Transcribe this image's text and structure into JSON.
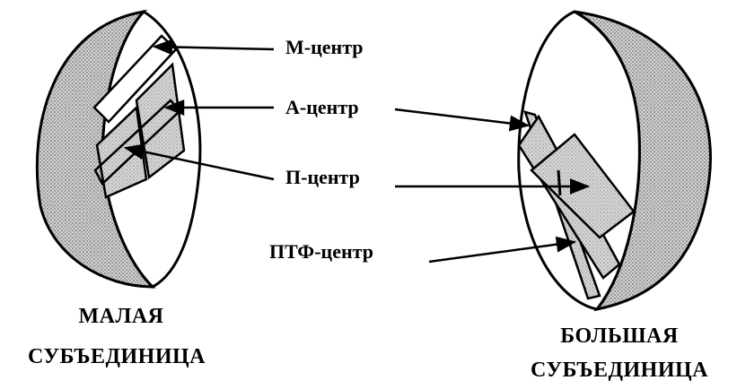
{
  "labels": {
    "m_center": "М-центр",
    "a_center": "А-центр",
    "p_center": "П-центр",
    "ptf_center": "ПТФ-центр"
  },
  "small_subunit": {
    "line1": "МАЛАЯ",
    "line2": "СУБЪЕДИНИЦА"
  },
  "large_subunit": {
    "line1": "БОЛЬШАЯ",
    "line2": "СУБЪЕДИНИЦА"
  },
  "colors": {
    "ink": "#000000",
    "stipple": "#bdbdbd",
    "background": "#ffffff"
  }
}
